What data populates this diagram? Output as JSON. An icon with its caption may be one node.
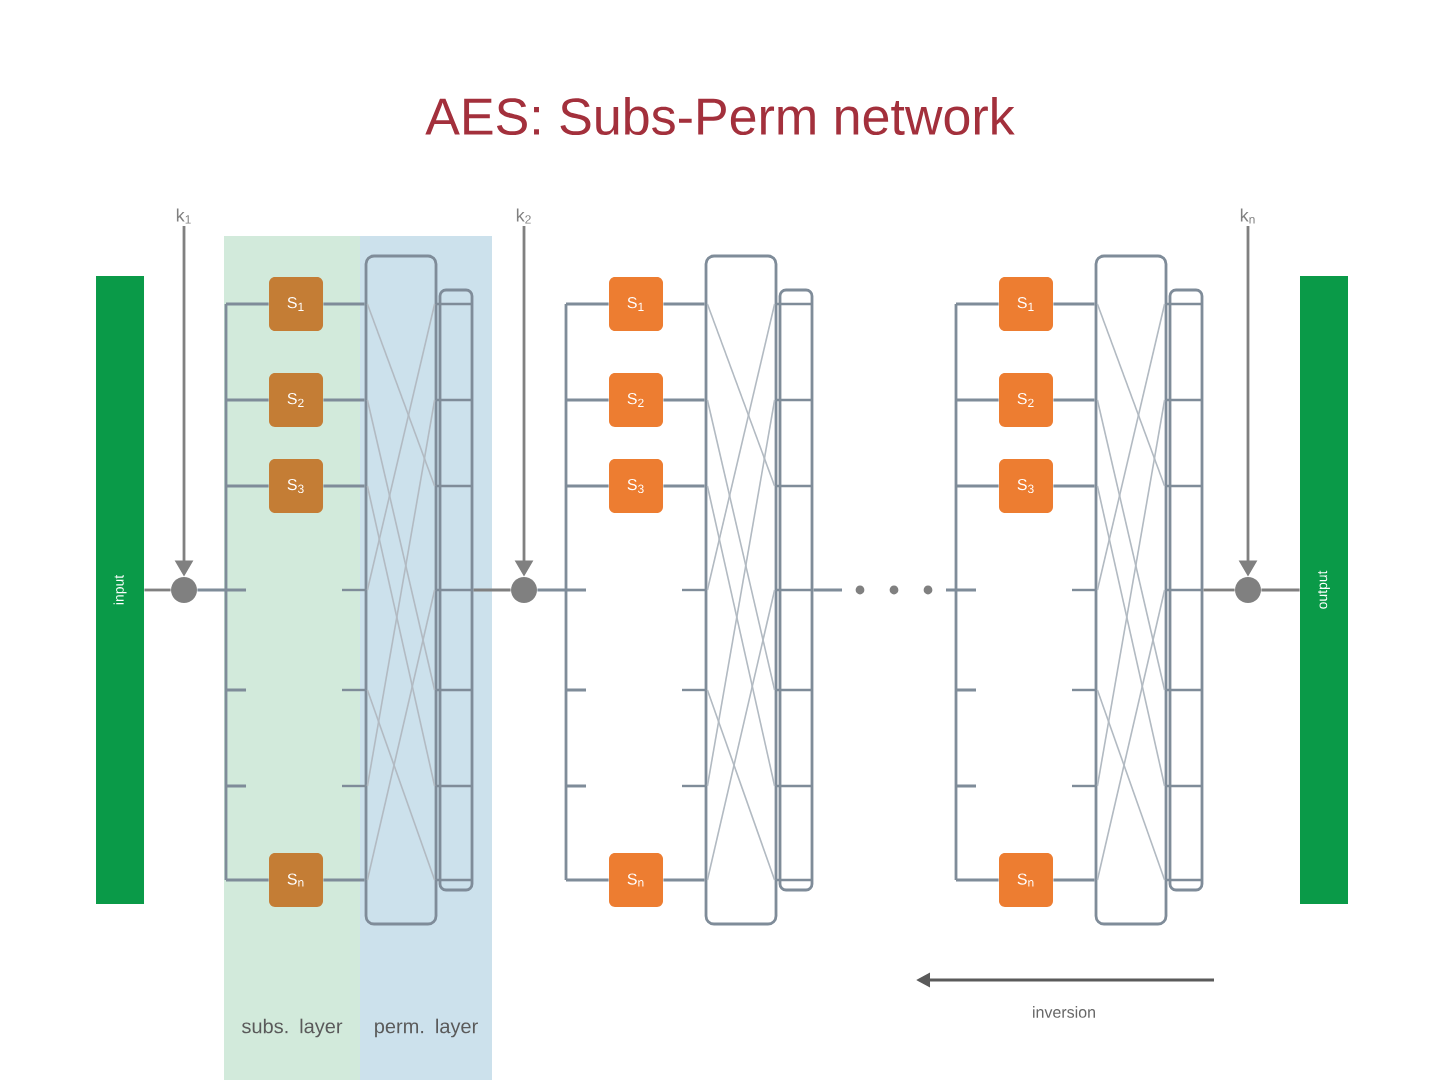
{
  "diagram": {
    "title": "AES: Subs-Perm network",
    "nodes": [
      {
        "text": [
          "input"
        ]
      },
      {
        "text": [
          "k$_{1}$"
        ]
      },
      {
        "text": [],
        "shape": "circle"
      },
      {
        "text": [
          "subs. layer"
        ]
      },
      {
        "text": [
          "S$_{1}$"
        ],
        "in": 3
      },
      {
        "text": [
          "S$_{2}$"
        ],
        "in": 3
      },
      {
        "text": [
          "S$_{3}$"
        ],
        "in": 3
      },
      {
        "text": [
          "S$_{n}$"
        ],
        "in": 3
      },
      {
        "text": [
          "perm. layer"
        ]
      },
      {
        "text": [],
        "shape": "box",
        "in": 8
      },
      {
        "text": [],
        "shape": "box",
        "in": 8
      },
      {
        "text": [
          "k$_{2}$"
        ]
      },
      {
        "text": [],
        "shape": "circle"
      },
      {
        "text": [
          "S$_{1}$"
        ]
      },
      {
        "text": [
          "S$_{2}$"
        ]
      },
      {
        "text": [
          "S$_{3}$"
        ]
      },
      {
        "text": [
          "S$_{n}$"
        ]
      },
      {
        "text": [],
        "shape": "box"
      },
      {
        "text": [],
        "shape": "box"
      },
      {
        "text": [
          "S$_{1}$"
        ]
      },
      {
        "text": [
          "S$_{2}$"
        ]
      },
      {
        "text": [
          "S$_{3}$"
        ]
      },
      {
        "text": [
          "S$_{n}$"
        ]
      },
      {
        "text": [],
        "shape": "box"
      },
      {
        "text": [],
        "shape": "box"
      },
      {
        "text": [
          "k$_{n}$"
        ]
      },
      {
        "text": [],
        "shape": "circle"
      },
      {
        "text": [
          "output"
        ]
      }
    ],
    "edges": [
      {
        "from": 0,
        "to": 2,
        "arrow": "none"
      },
      {
        "from": 1,
        "to": 2,
        "arrow": "to"
      },
      {
        "from": 2,
        "to": 4,
        "arrow": "none"
      },
      {
        "from": 2,
        "to": 5,
        "arrow": "none"
      },
      {
        "from": 2,
        "to": 6,
        "arrow": "none"
      },
      {
        "from": 2,
        "to": 7,
        "arrow": "none"
      },
      {
        "from": 4,
        "to": 9,
        "arrow": "none"
      },
      {
        "from": 5,
        "to": 9,
        "arrow": "none"
      },
      {
        "from": 6,
        "to": 9,
        "arrow": "none"
      },
      {
        "from": 7,
        "to": 9,
        "arrow": "none"
      },
      {
        "from": 10,
        "to": 12,
        "arrow": "none"
      },
      {
        "from": 11,
        "to": 12,
        "arrow": "to"
      },
      {
        "from": 12,
        "to": 13,
        "arrow": "none"
      },
      {
        "from": 12,
        "to": 14,
        "arrow": "none"
      },
      {
        "from": 12,
        "to": 15,
        "arrow": "none"
      },
      {
        "from": 12,
        "to": 16,
        "arrow": "none"
      },
      {
        "from": 13,
        "to": 17,
        "arrow": "none"
      },
      {
        "from": 14,
        "to": 17,
        "arrow": "none"
      },
      {
        "from": 15,
        "to": 17,
        "arrow": "none"
      },
      {
        "from": 16,
        "to": 17,
        "arrow": "none"
      },
      {
        "from": 18,
        "to": 19,
        "arrow": "none"
      },
      {
        "from": 18,
        "to": 20,
        "arrow": "none"
      },
      {
        "from": 18,
        "to": 21,
        "arrow": "none"
      },
      {
        "from": 18,
        "to": 22,
        "arrow": "none"
      },
      {
        "from": 19,
        "to": 23,
        "arrow": "none"
      },
      {
        "from": 20,
        "to": 23,
        "arrow": "none"
      },
      {
        "from": 21,
        "to": 23,
        "arrow": "none"
      },
      {
        "from": 22,
        "to": 23,
        "arrow": "none"
      },
      {
        "from": 24,
        "to": 26,
        "arrow": "none"
      },
      {
        "from": 25,
        "to": 26,
        "arrow": "to"
      },
      {
        "from": 26,
        "to": 27,
        "arrow": "none"
      }
    ],
    "labels": [
      "inversion"
    ]
  }
}
